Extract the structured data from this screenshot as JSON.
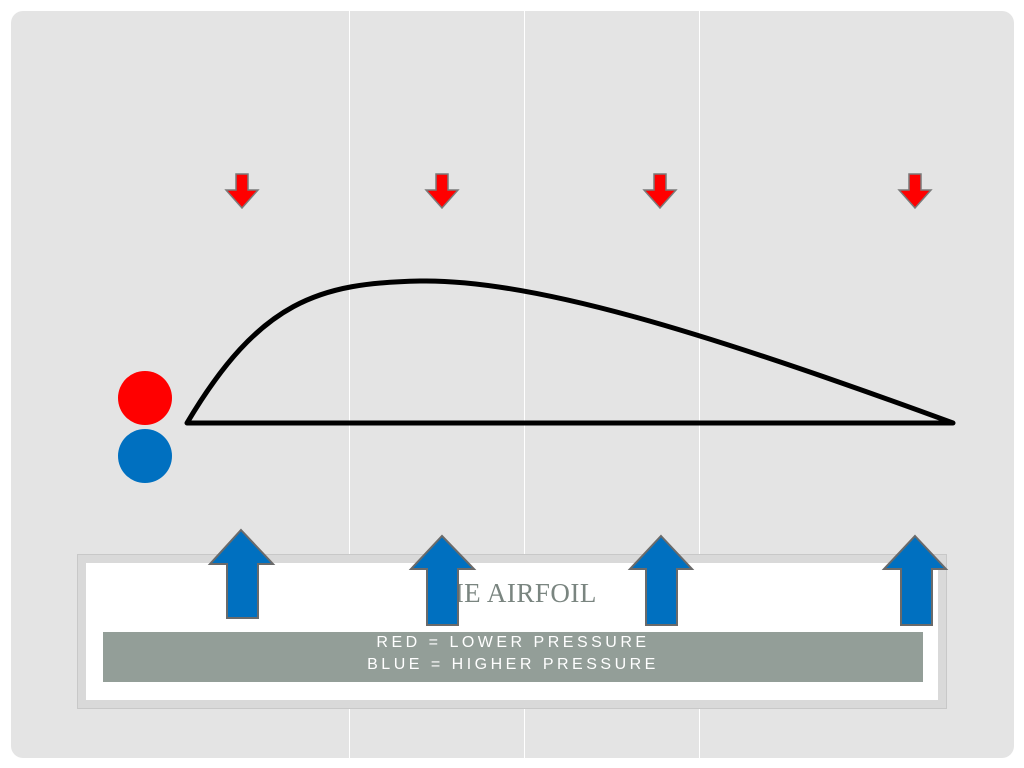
{
  "title": "THE AIRFOIL",
  "legend": {
    "line1": "RED = LOWER PRESSURE",
    "line2": "BLUE = HIGHER PRESSURE"
  },
  "colors": {
    "low_pressure": "#ff0000",
    "high_pressure": "#0070c0",
    "background": "#e4e4e4",
    "subtitle_band": "#939e98"
  },
  "icons": {
    "low_pressure_marker": "red-circle",
    "high_pressure_marker": "blue-circle",
    "down_arrow": "red-down-arrow",
    "up_arrow": "blue-up-arrow"
  }
}
